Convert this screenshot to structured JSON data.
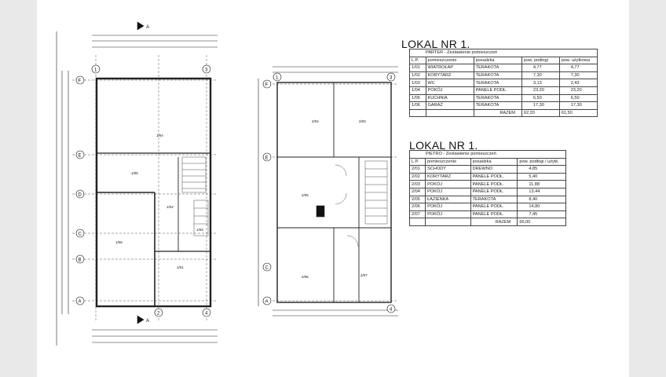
{
  "lokal1": {
    "title": "LOKAL NR 1.",
    "subtitle": "PARTER - Zestawienie pomieszczeń",
    "headers": [
      "L.P.",
      "pomieszczenie",
      "posadzka",
      "pow. podłogi",
      "pow. użytkowa"
    ],
    "rows": [
      [
        "1/01",
        "WIATROŁAP",
        "TERAKOTA",
        "4,77",
        "4,77"
      ],
      [
        "1/02",
        "KORYTARZ",
        "TERAKOTA",
        "7,30",
        "7,30"
      ],
      [
        "1/03",
        "WC",
        "TERAKOTA",
        "3,13",
        "2,43"
      ],
      [
        "1/04",
        "POKÓJ",
        "PANELE PODŁ.",
        "23,20",
        "23,20"
      ],
      [
        "1/05",
        "KUCHNIA",
        "TERAKOTA",
        "6,50",
        "6,50"
      ],
      [
        "1/06",
        "GARAŻ",
        "TERAKOTA",
        "17,30",
        "17,30"
      ]
    ],
    "total_label": "RAZEM",
    "total_floor": "62,20",
    "total_usable": "61,50"
  },
  "lokal2": {
    "title": "LOKAL NR 1.",
    "subtitle": "PIETRO - Zestawienie pomieszczeń",
    "headers": [
      "L.P.",
      "pomieszczenie",
      "posadzka",
      "pow. podłogi / użytk."
    ],
    "rows": [
      [
        "2/01",
        "SCHODY",
        "DREWNO",
        "4,85"
      ],
      [
        "2/02",
        "KORYTARZ",
        "PANELE PODŁ.",
        "5,40"
      ],
      [
        "2/03",
        "POKÓJ",
        "PANELE PODŁ.",
        "11,88"
      ],
      [
        "2/04",
        "POKÓJ",
        "PANELE PODŁ.",
        "13,44"
      ],
      [
        "2/05",
        "ŁAZIENKA",
        "TERAKOTA",
        "8,40"
      ],
      [
        "2/06",
        "POKÓJ",
        "PANELE PODŁ.",
        "14,80"
      ],
      [
        "2/07",
        "POKÓJ",
        "PANELE PODŁ.",
        "7,45"
      ]
    ],
    "total_label": "RAZEM",
    "total_value": "66,00"
  },
  "plan": {
    "section_mark": "A",
    "grid_rows": [
      "F",
      "E",
      "D",
      "C",
      "B",
      "A"
    ],
    "grid_cols": [
      "1",
      "2",
      "3",
      "4"
    ],
    "ground_rooms": [
      "1/04",
      "1/06",
      "1/05",
      "1/02",
      "1/03",
      "1/01"
    ],
    "upper_rooms": [
      "2/04",
      "2/03",
      "2/05",
      "2/06",
      "2/07"
    ]
  }
}
